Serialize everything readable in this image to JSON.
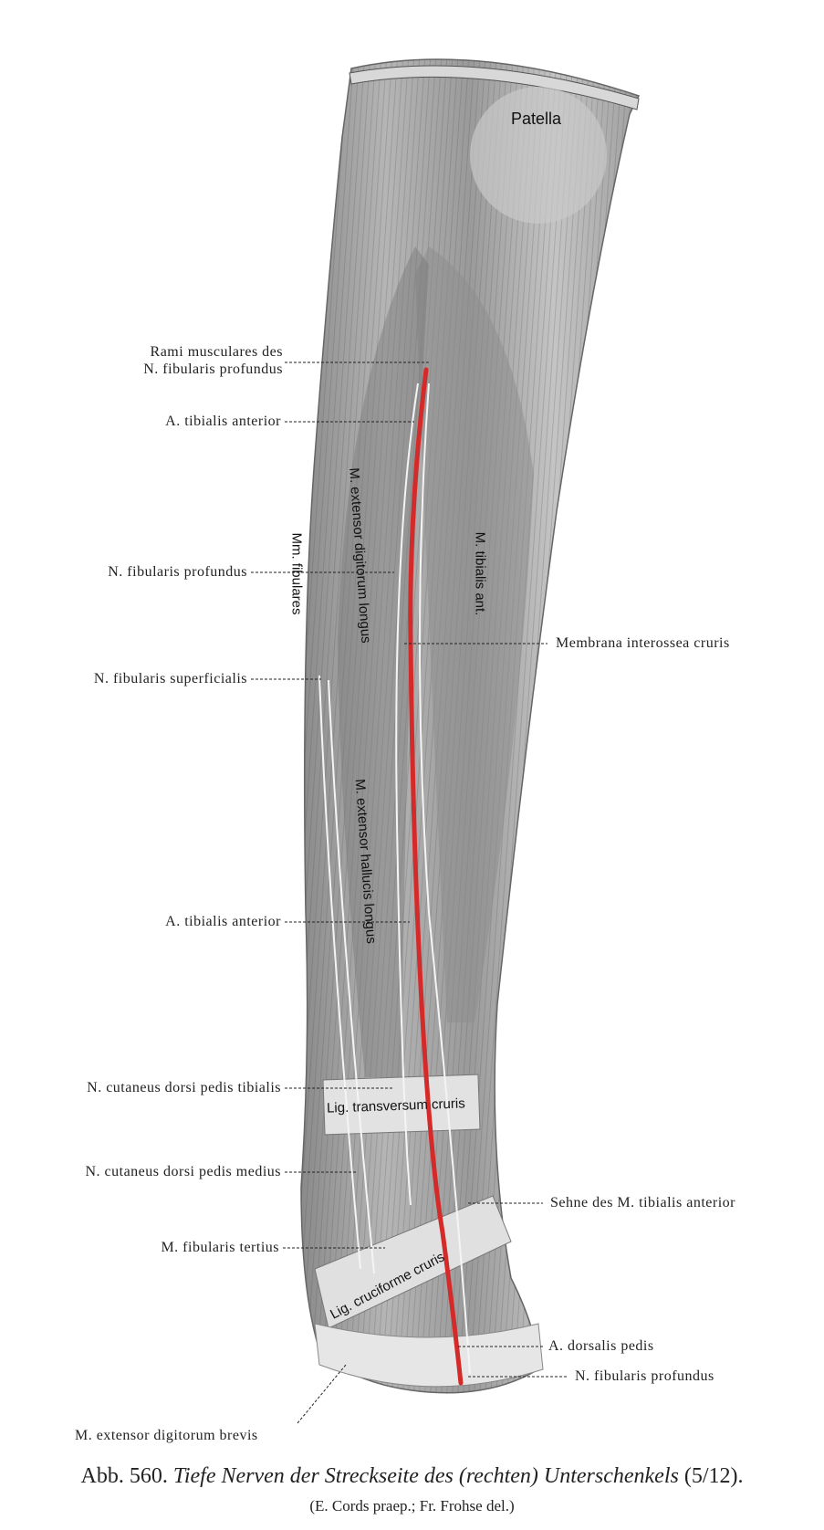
{
  "figure": {
    "caption_number": "Abb. 560.",
    "caption_title": "Tiefe Nerven der Streckseite des (rechten) Unterschenkels",
    "caption_scale": "(5/12).",
    "credit": "(E. Cords praep.; Fr. Frohse del.)",
    "artery_color": "#d42a2a"
  },
  "inner_labels": {
    "patella": "Patella",
    "mm_fibulares": "Mm. fibulares",
    "ext_dig_longus": "M. extensor digitorum longus",
    "tibialis_ant": "M. tibialis ant.",
    "ext_hallucis_longus": "M. extensor hallucis longus",
    "lig_transversum": "Lig. transversum cruris",
    "lig_cruciforme": "Lig. cruciforme cruris"
  },
  "left_labels": [
    {
      "text": "Rami musculares des"
    },
    {
      "text": "N. fibularis profundus"
    },
    {
      "text": "A. tibialis anterior"
    },
    {
      "text": "N. fibularis profundus"
    },
    {
      "text": "N. fibularis superficialis"
    },
    {
      "text": "A. tibialis anterior"
    },
    {
      "text": "N. cutaneus dorsi pedis tibialis"
    },
    {
      "text": "N. cutaneus dorsi pedis medius"
    },
    {
      "text": "M. fibularis tertius"
    },
    {
      "text": "M. extensor digitorum brevis"
    }
  ],
  "right_labels": [
    {
      "text": "Membrana interossea cruris"
    },
    {
      "text": "Sehne des M. tibialis anterior"
    },
    {
      "text": "A. dorsalis pedis"
    },
    {
      "text": "N. fibularis profundus"
    }
  ]
}
